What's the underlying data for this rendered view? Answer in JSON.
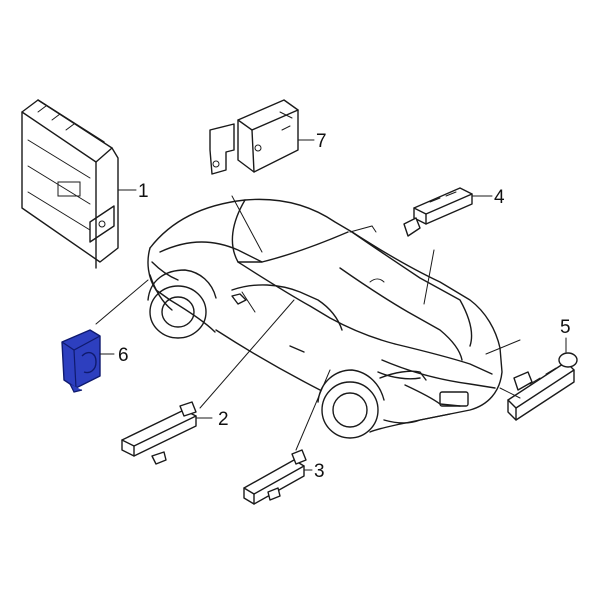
{
  "diagram": {
    "callouts": [
      {
        "id": "1",
        "label": "1"
      },
      {
        "id": "2",
        "label": "2"
      },
      {
        "id": "3",
        "label": "3"
      },
      {
        "id": "4",
        "label": "4"
      },
      {
        "id": "5",
        "label": "5"
      },
      {
        "id": "6",
        "label": "6"
      },
      {
        "id": "7",
        "label": "7"
      }
    ],
    "highlight_part": "6",
    "colors": {
      "highlight_fill": "#2d3fbf",
      "highlight_stroke": "#0f1a6e",
      "line": "#1a1a1a",
      "background": "#ffffff"
    }
  }
}
